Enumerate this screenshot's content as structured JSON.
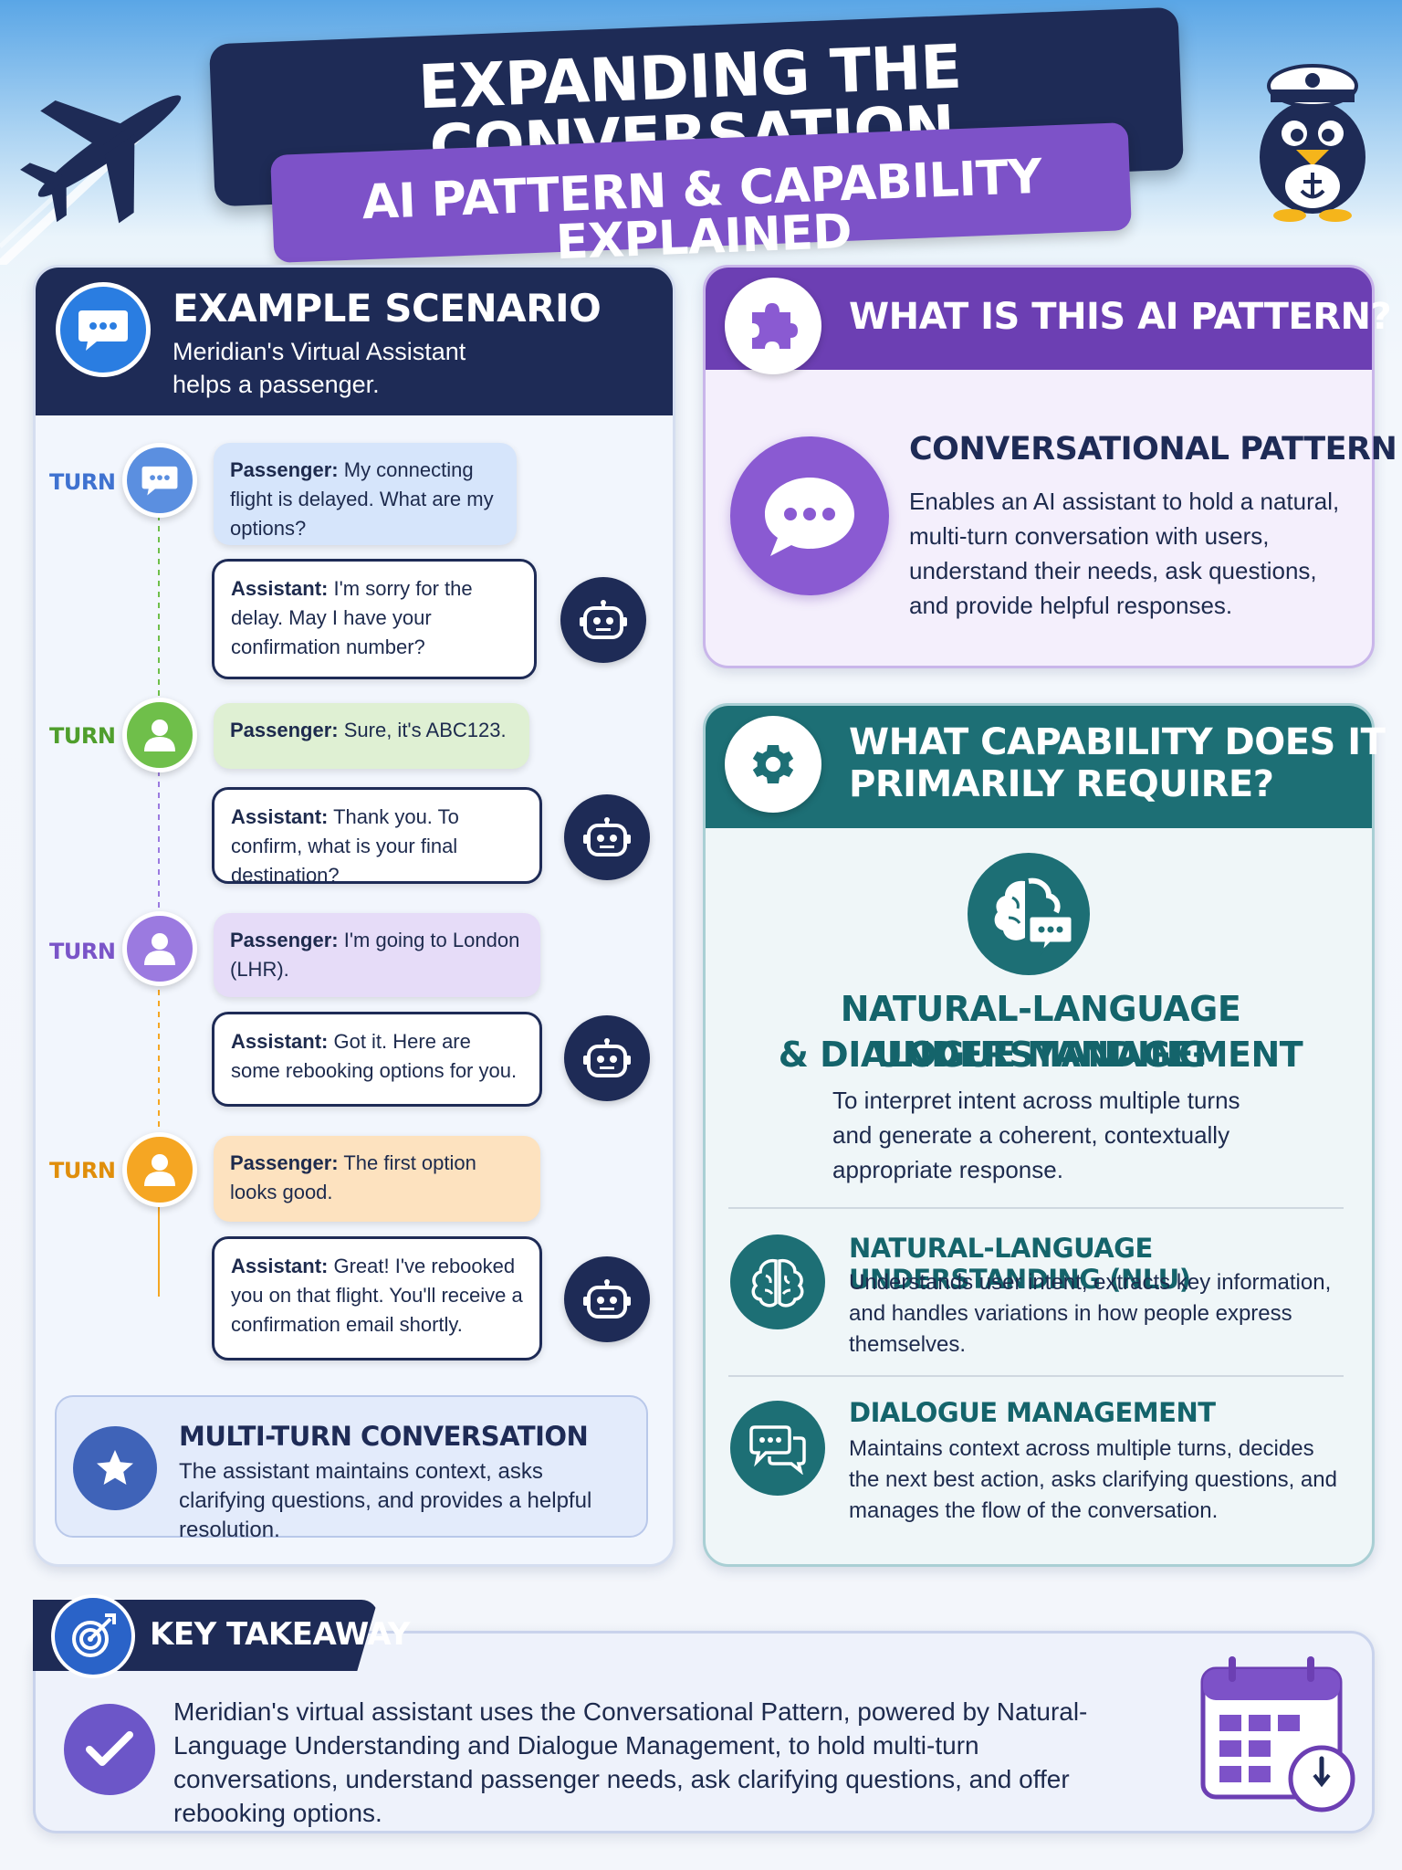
{
  "header": {
    "title": "EXPANDING THE CONVERSATION",
    "subtitle": "AI PATTERN & CAPABILITY EXPLAINED"
  },
  "scenario": {
    "title": "EXAMPLE SCENARIO",
    "subtitle_line1": "Meridian's Virtual Assistant",
    "subtitle_line2": "helps a passenger.",
    "turns": [
      {
        "label": "TURN 1",
        "passenger_speaker": "Passenger:",
        "passenger_text": " My connecting flight is delayed. What are my options?",
        "assistant_speaker": "Assistant:",
        "assistant_text": " I'm sorry for the delay. May I have your confirmation number?"
      },
      {
        "label": "TURN 2",
        "passenger_speaker": "Passenger:",
        "passenger_text": " Sure, it's ABC123.",
        "assistant_speaker": "Assistant:",
        "assistant_text": " Thank you. To confirm, what is your final destination?"
      },
      {
        "label": "TURN 3",
        "passenger_speaker": "Passenger:",
        "passenger_text": " I'm going to London (LHR).",
        "assistant_speaker": "Assistant:",
        "assistant_text": " Got it. Here are some rebooking options for you."
      },
      {
        "label": "TURN 4",
        "passenger_speaker": "Passenger:",
        "passenger_text": " The first option looks good.",
        "assistant_speaker": "Assistant:",
        "assistant_text": " Great! I've rebooked you on that flight. You'll receive a confirmation email shortly."
      }
    ],
    "summary_title": "MULTI-TURN CONVERSATION",
    "summary_text": "The assistant maintains context, asks clarifying questions, and provides a helpful resolution."
  },
  "pattern": {
    "title": "WHAT IS THIS AI PATTERN?",
    "name": "CONVERSATIONAL PATTERN",
    "description": "Enables an AI assistant to hold a natural, multi-turn conversation with users, understand their needs, ask questions, and provide helpful responses."
  },
  "capability": {
    "title_line1": "WHAT CAPABILITY DOES IT",
    "title_line2": "PRIMARILY REQUIRE?",
    "name_line1": "NATURAL-LANGUAGE UNDERSTANDING",
    "name_line2": "& DIALOGUE MANAGEMENT",
    "description": "To interpret intent across multiple turns and generate a coherent, contextually appropriate response.",
    "items": [
      {
        "title": "NATURAL-LANGUAGE UNDERSTANDING (NLU)",
        "text": "Understands user intent, extracts key information, and handles variations in how people express themselves."
      },
      {
        "title": "DIALOGUE MANAGEMENT",
        "text": "Maintains context across multiple turns, decides the next best action, asks clarifying questions, and manages the flow of the conversation."
      }
    ]
  },
  "takeaway": {
    "title": "KEY TAKEAWAY",
    "text": "Meridian's virtual assistant uses the Conversational Pattern, powered by Natural-Language Understanding and Dialogue Management, to hold multi-turn conversations, understand passenger needs, ask clarifying questions, and offer rebooking options."
  },
  "colors": {
    "navy": "#1e2b56",
    "purple": "#6c3fb3",
    "teal": "#1d6f75",
    "turn1": "#5b8fe0",
    "turn2": "#6fbf4a",
    "turn3": "#9b7ae0",
    "turn4": "#f5a623"
  }
}
